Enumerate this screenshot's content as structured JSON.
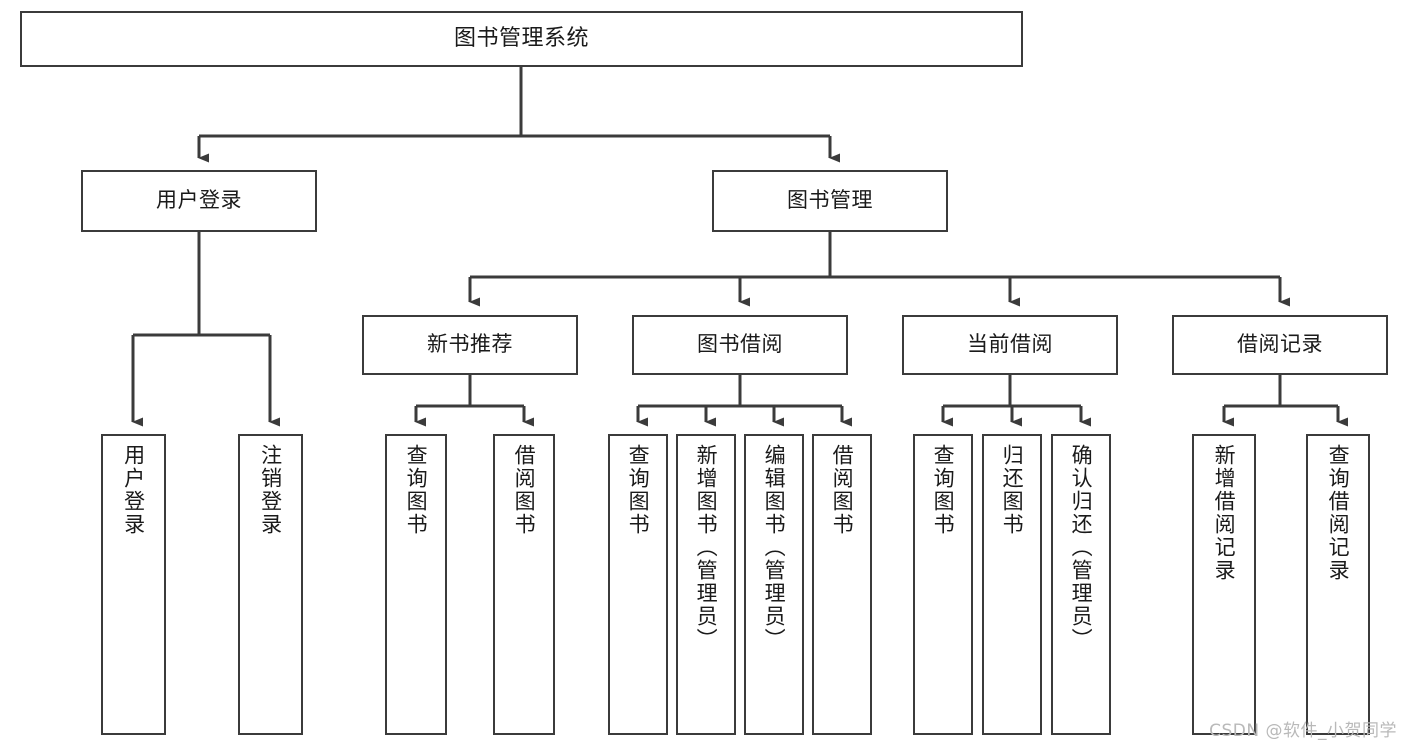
{
  "diagram": {
    "title": "图书管理系统",
    "watermark": "CSDN @软件_小贺同学",
    "colors": {
      "stroke": "#3b3b3b",
      "fill": "#ffffff",
      "text": "#1a1a1a",
      "watermark": "#b9b9b9"
    },
    "nodes": {
      "root": {
        "label": "图书管理系统"
      },
      "level2": [
        {
          "id": "user-login",
          "label": "用户登录"
        },
        {
          "id": "book-management",
          "label": "图书管理"
        }
      ],
      "level3": [
        {
          "id": "new-book-recommend",
          "label": "新书推荐"
        },
        {
          "id": "book-borrow",
          "label": "图书借阅"
        },
        {
          "id": "current-borrow",
          "label": "当前借阅"
        },
        {
          "id": "borrow-record",
          "label": "借阅记录"
        }
      ],
      "leaves": [
        {
          "id": "leaf-user-login",
          "label": "用户登录",
          "parent": "user-login"
        },
        {
          "id": "leaf-user-logout",
          "label": "注销登录",
          "parent": "user-login"
        },
        {
          "id": "leaf-query-book-1",
          "label": "查询图书",
          "parent": "new-book-recommend"
        },
        {
          "id": "leaf-borrow-book-1",
          "label": "借阅图书",
          "parent": "new-book-recommend"
        },
        {
          "id": "leaf-query-book-2",
          "label": "查询图书",
          "parent": "book-borrow"
        },
        {
          "id": "leaf-add-book",
          "label": "新增图书（管理员）",
          "parent": "book-borrow"
        },
        {
          "id": "leaf-edit-book",
          "label": "编辑图书（管理员）",
          "parent": "book-borrow"
        },
        {
          "id": "leaf-borrow-book-2",
          "label": "借阅图书",
          "parent": "book-borrow"
        },
        {
          "id": "leaf-query-book-3",
          "label": "查询图书",
          "parent": "current-borrow"
        },
        {
          "id": "leaf-return-book",
          "label": "归还图书",
          "parent": "current-borrow"
        },
        {
          "id": "leaf-confirm-return",
          "label": "确认归还（管理员）",
          "parent": "current-borrow"
        },
        {
          "id": "leaf-add-record",
          "label": "新增借阅记录",
          "parent": "borrow-record"
        },
        {
          "id": "leaf-query-record",
          "label": "查询借阅记录",
          "parent": "borrow-record"
        }
      ]
    }
  }
}
